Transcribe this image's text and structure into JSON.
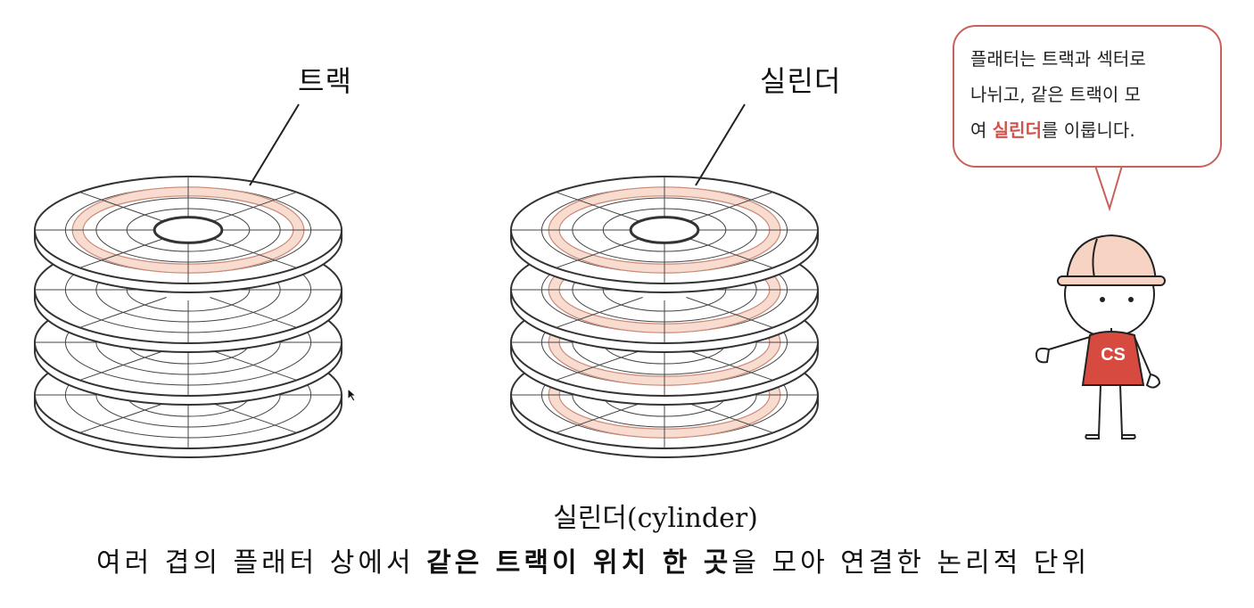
{
  "diagram": {
    "label_track": "트랙",
    "label_cylinder": "실린더",
    "bubble": {
      "line1": "플래터는 트랙과 섹터로",
      "line2": "나뉘고, 같은 트랙이 모",
      "line3_pre": "여 ",
      "line3_highlight": "실린더",
      "line3_post": "를 이룹니다."
    },
    "mascot_badge": "CS"
  },
  "caption": {
    "title": "실린더(cylinder)",
    "desc_pre": "여러 겹의 플래터 상에서 ",
    "desc_bold": "같은 트랙이 위치 한 곳",
    "desc_post": "을 모아 연결한 논리적 단위"
  },
  "colors": {
    "track_fill": "#f8dcd0",
    "track_stroke": "#c98a79",
    "accent": "#d0524a",
    "bubble_border": "#c8615a",
    "helmet": "#f6d3c2",
    "shirt": "#d64a3f"
  }
}
